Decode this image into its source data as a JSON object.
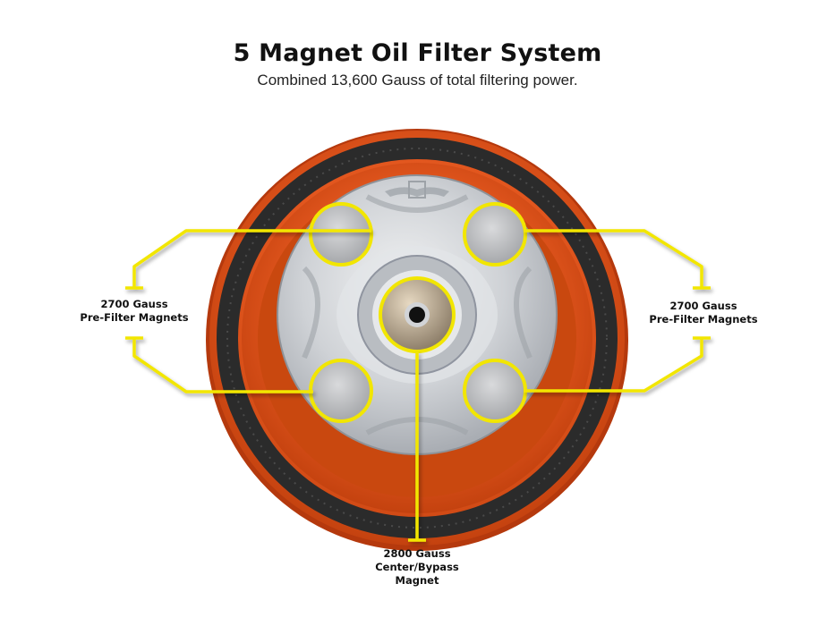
{
  "header": {
    "title": "5 Magnet Oil Filter System",
    "subtitle": "Combined 13,600 Gauss of total filtering power."
  },
  "callouts": {
    "left": {
      "line1": "2700 Gauss",
      "line2": "Pre-Filter Magnets"
    },
    "right": {
      "line1": "2700 Gauss",
      "line2": "Pre-Filter Magnets"
    },
    "bottom": {
      "line1": "2800 Gauss",
      "line2": "Center/Bypass",
      "line3": "Magnet"
    }
  },
  "colors": {
    "highlight": "#f2e600",
    "housing_orange": "#e5581f",
    "gasket_black": "#2b2b2b",
    "aluminum": "#c9ccd0"
  }
}
